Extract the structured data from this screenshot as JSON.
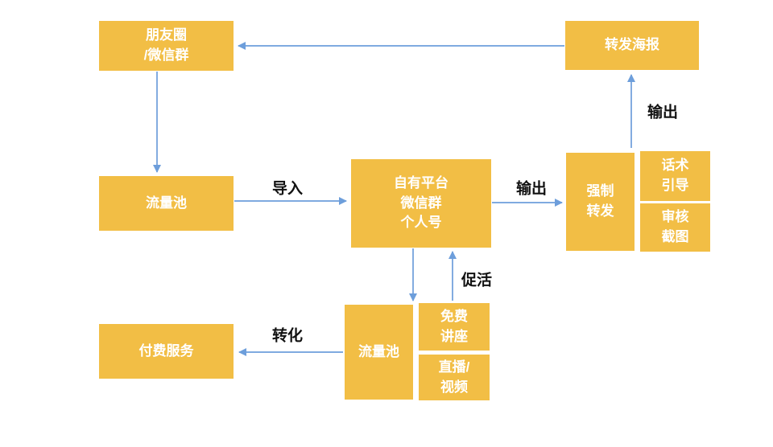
{
  "diagram": {
    "nodes": {
      "moments": {
        "label": "朋友圈\n/微信群"
      },
      "poster": {
        "label": "转发海报"
      },
      "pool_top": {
        "label": "流量池"
      },
      "platform": {
        "label": "自有平台\n微信群\n个人号"
      },
      "forced_forward": {
        "label": "强制\n转发"
      },
      "script_guide": {
        "label": "话术\n引导"
      },
      "review_shot": {
        "label": "审核\n截图"
      },
      "pool_bottom": {
        "label": "流量池"
      },
      "free_lecture": {
        "label": "免费\n讲座"
      },
      "live_video": {
        "label": "直播/\n视频"
      },
      "paid_service": {
        "label": "付费服务"
      }
    },
    "edge_labels": {
      "import": "导入",
      "output_right": "输出",
      "output_up": "输出",
      "activate": "促活",
      "convert": "转化"
    },
    "colors": {
      "node_fill": "#F2BE45",
      "node_text": "#FFFFFF",
      "arrow": "#6D9EDB",
      "label_text": "#111111",
      "background": "#FFFFFF"
    }
  }
}
